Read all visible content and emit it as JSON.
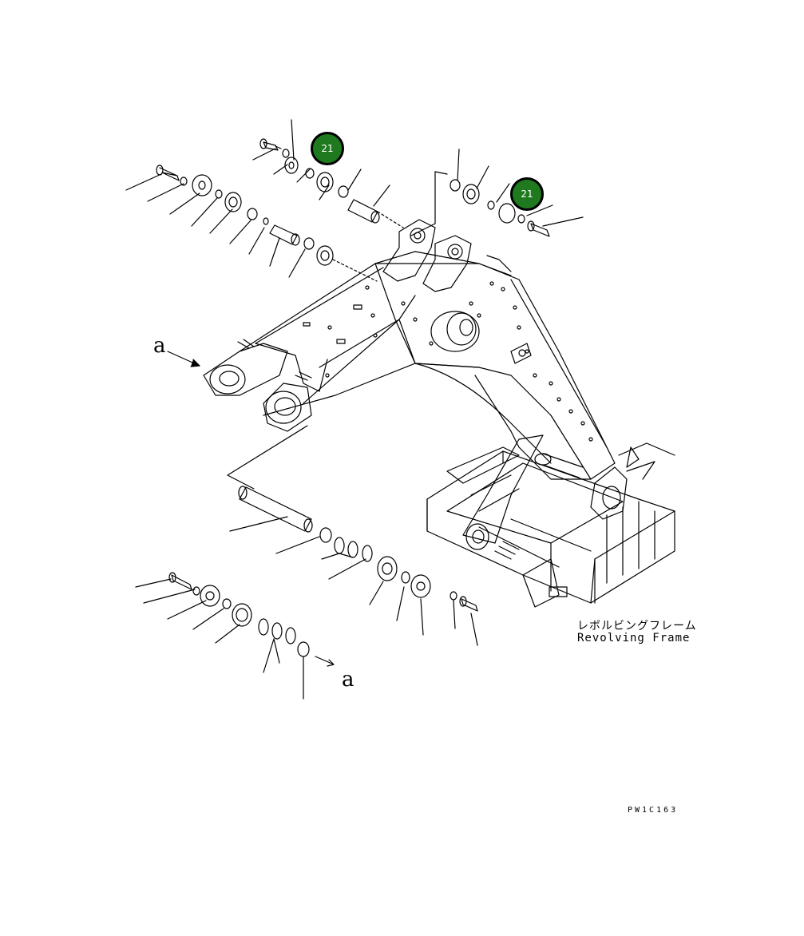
{
  "labels": {
    "frame_jp": "レボルビングフレーム",
    "frame_en": "Revolving Frame",
    "view_marker_1": "a",
    "view_marker_2": "a",
    "drawing_code": "PW1C163"
  },
  "callouts": [
    {
      "number": "21"
    },
    {
      "number": "21"
    }
  ],
  "colors": {
    "callout_fill": "#1f7a1f",
    "line": "#000000",
    "background": "#ffffff"
  }
}
